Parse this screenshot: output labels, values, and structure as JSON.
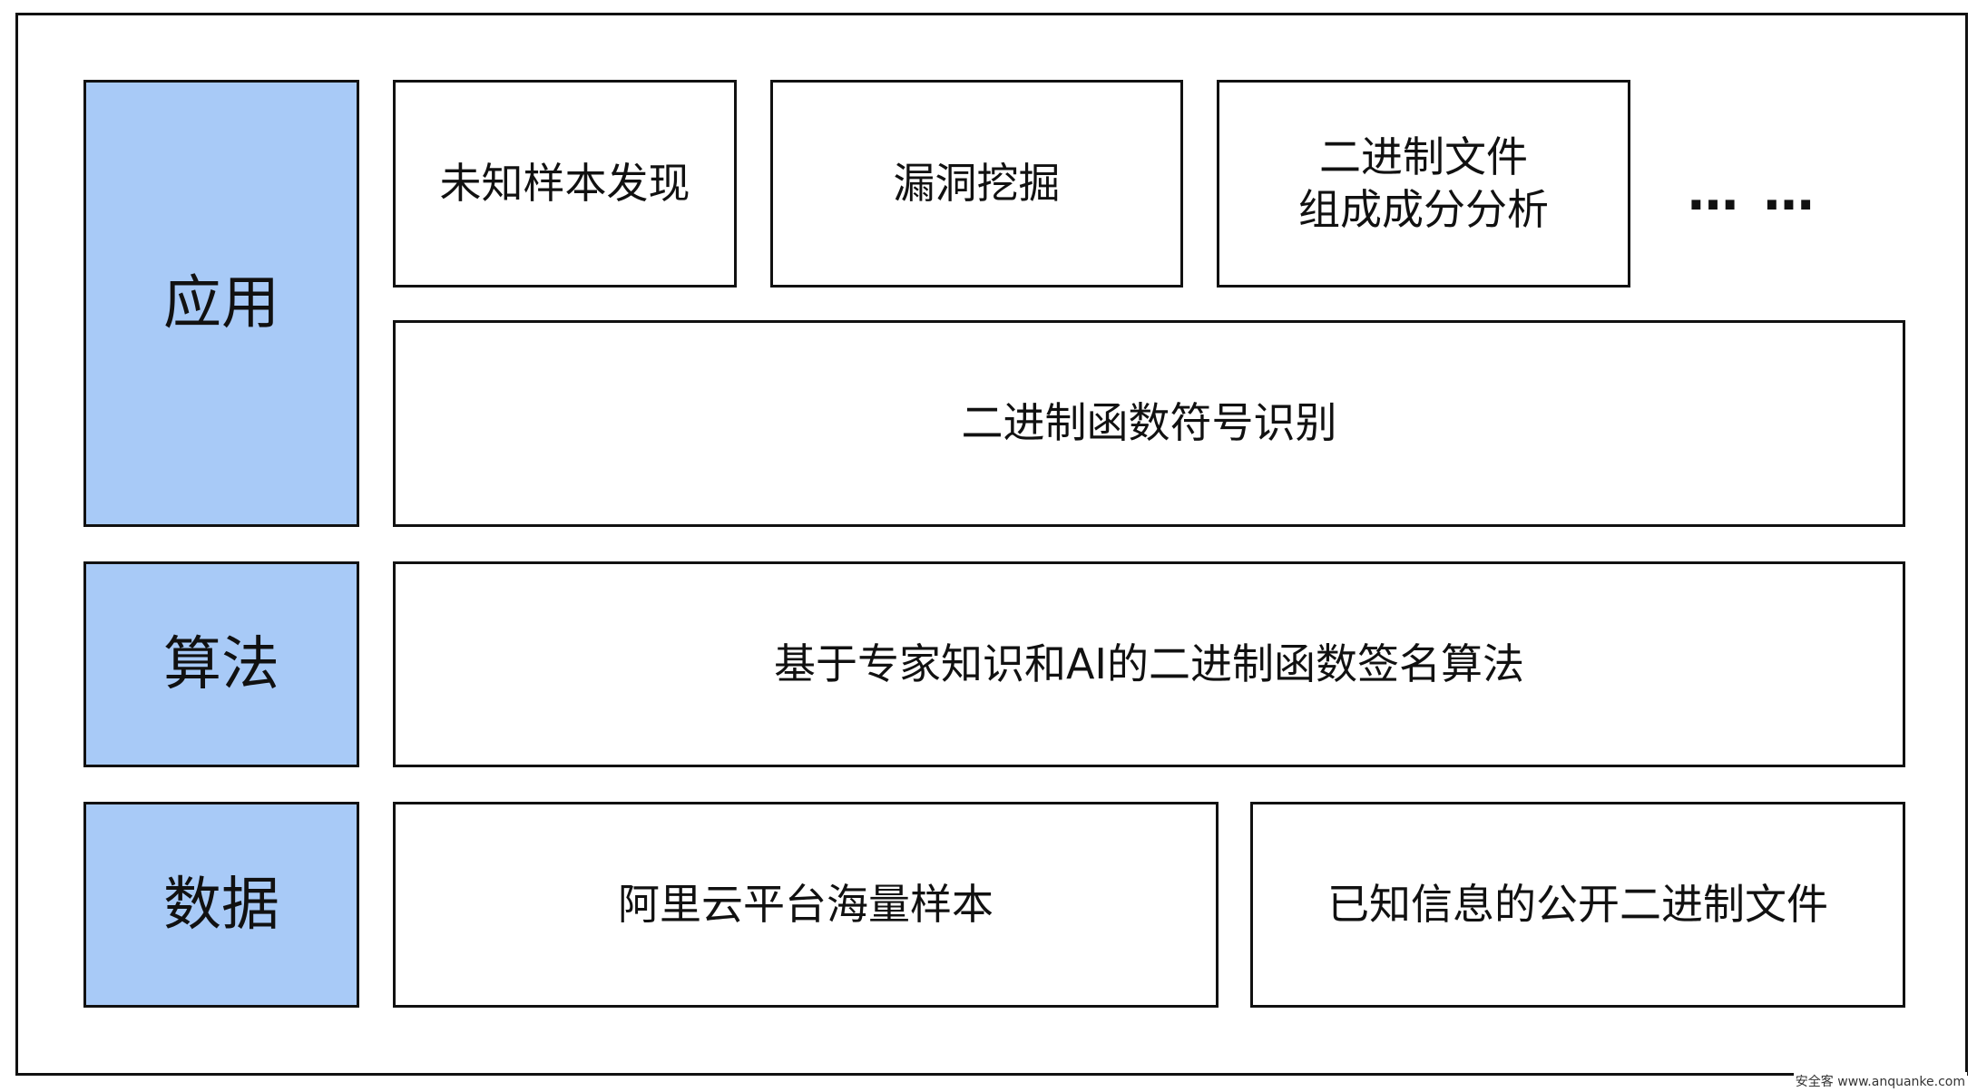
{
  "layers": {
    "application": "应用",
    "algorithm": "算法",
    "data": "数据"
  },
  "application": {
    "items": [
      "未知样本发现",
      "漏洞挖掘",
      "二进制文件\n组成成分分析"
    ],
    "more": "… …",
    "core": "二进制函数符号识别"
  },
  "algorithm": {
    "item": "基于专家知识和AI的二进制函数签名算法"
  },
  "data": {
    "items": [
      "阿里云平台海量样本",
      "已知信息的公开二进制文件"
    ]
  },
  "watermark": "安全客 www.anquanke.com",
  "colors": {
    "layer_fill": "#a8caf7",
    "border": "#111111"
  }
}
